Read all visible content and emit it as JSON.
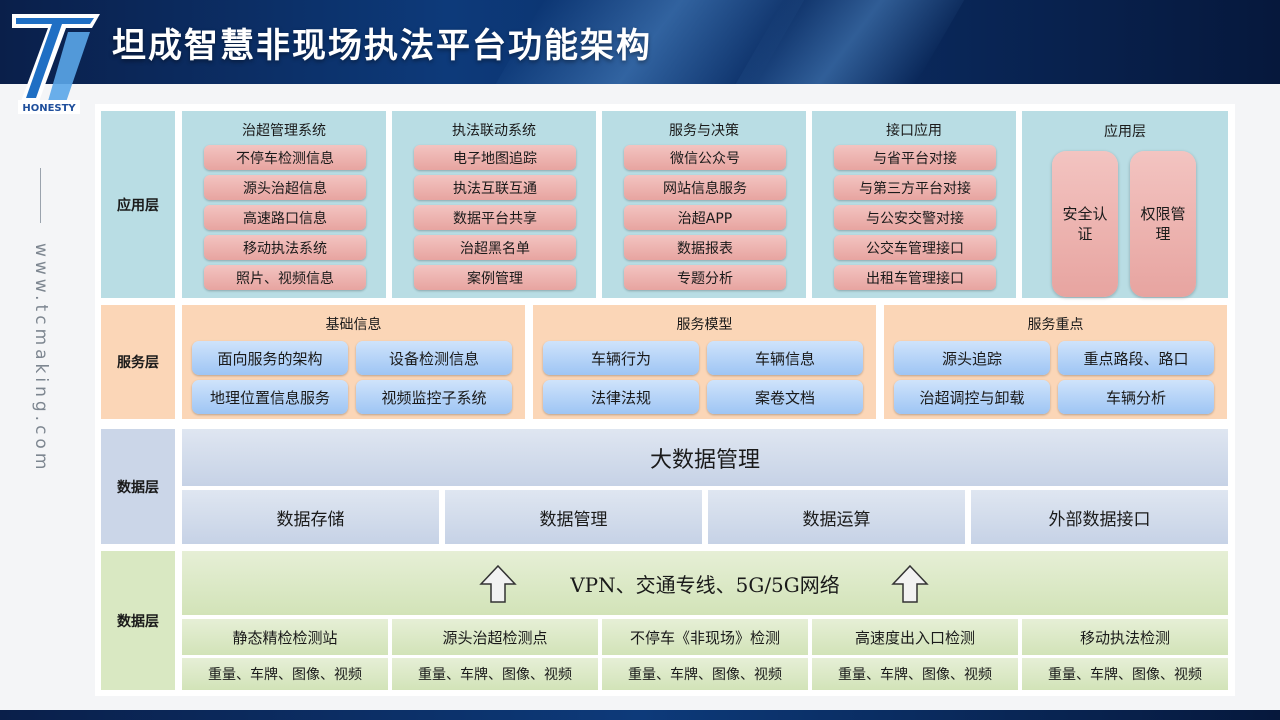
{
  "header": {
    "title": "坦成智慧非现场执法平台功能架构",
    "logo_text": "HONESTY",
    "logo_letter": "T"
  },
  "side_url": "www.tcmaking.com",
  "colors": {
    "app_bg": "#b9dde4",
    "service_bg": "#fbd6b7",
    "data_bg": "#cbd6e8",
    "network_bg": "#d9e8c2",
    "red_pill": "#e7a4a0",
    "blue_pill": "#9ec5f4"
  },
  "app_layer": {
    "label": "应用层",
    "modules": [
      {
        "title": "治超管理系统",
        "items": [
          "不停车检测信息",
          "源头治超信息",
          "高速路口信息",
          "移动执法系统",
          "照片、视频信息"
        ]
      },
      {
        "title": "执法联动系统",
        "items": [
          "电子地图追踪",
          "执法互联互通",
          "数据平台共享",
          "治超黑名单",
          "案例管理"
        ]
      },
      {
        "title": "服务与决策",
        "items": [
          "微信公众号",
          "网站信息服务",
          "治超APP",
          "数据报表",
          "专题分析"
        ]
      },
      {
        "title": "接口应用",
        "items": [
          "与省平台对接",
          "与第三方平台对接",
          "与公安交警对接",
          "公交车管理接口",
          "出租车管理接口"
        ]
      }
    ],
    "security": {
      "title": "应用层",
      "items": [
        "安全认证",
        "权限管理"
      ]
    }
  },
  "service_layer": {
    "label": "服务层",
    "modules": [
      {
        "title": "基础信息",
        "items": [
          "面向服务的架构",
          "设备检测信息",
          "地理位置信息服务",
          "视频监控子系统"
        ]
      },
      {
        "title": "服务模型",
        "items": [
          "车辆行为",
          "车辆信息",
          "法律法规",
          "案卷文档"
        ]
      },
      {
        "title": "服务重点",
        "items": [
          "源头追踪",
          "重点路段、路口",
          "治超调控与卸载",
          "车辆分析"
        ]
      }
    ]
  },
  "data_layer": {
    "label": "数据层",
    "title": "大数据管理",
    "items": [
      "数据存储",
      "数据管理",
      "数据运算",
      "外部数据接口"
    ]
  },
  "network_layer": {
    "label": "数据层",
    "title": "VPN、交通专线、5G/5G网络",
    "stations": [
      {
        "name": "静态精检检测站",
        "data": "重量、车牌、图像、视频"
      },
      {
        "name": "源头治超检测点",
        "data": "重量、车牌、图像、视频"
      },
      {
        "name": "不停车《非现场》检测",
        "data": "重量、车牌、图像、视频"
      },
      {
        "name": "高速度出入口检测",
        "data": "重量、车牌、图像、视频"
      },
      {
        "name": "移动执法检测",
        "data": "重量、车牌、图像、视频"
      }
    ]
  }
}
